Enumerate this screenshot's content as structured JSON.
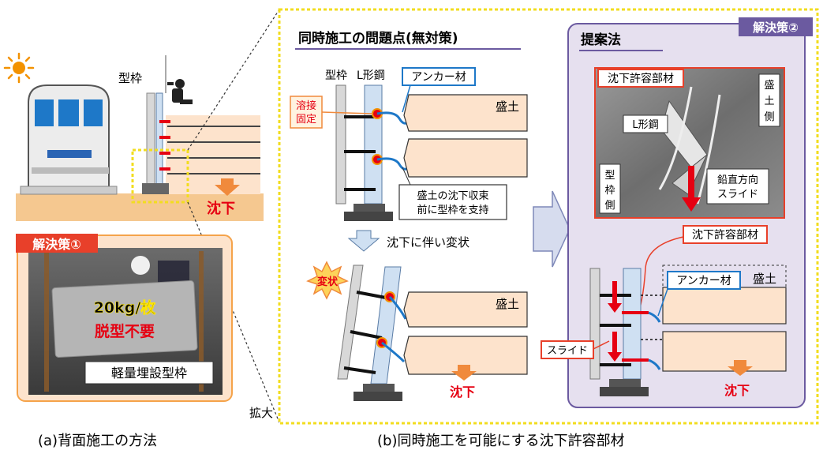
{
  "colors": {
    "sun": "#f39200",
    "train_body": "#e8e8e8",
    "train_window": "#1e78c8",
    "train_stripe": "#2a64b4",
    "ground": "#f5c890",
    "embankment": "#fde3cc",
    "frame_gray": "#d0d0d0",
    "steel_blue": "#cfe0f2",
    "red": "#e60012",
    "orange_arrow": "#f08a3c",
    "highlight_yellow": "#f2dd1f",
    "panel_purple": "#e6e0ef",
    "panel_purple_border": "#6b5aa0",
    "callout_blue": "#1e78c8",
    "label_red_bg": "#e8402a",
    "weld_orange": "#f7a35c"
  },
  "left": {
    "frame_label": "型枠",
    "settlement": "沈下",
    "solution1": {
      "badge": "解決策①",
      "weight": "20kg/枚",
      "no_demold": "脱型不要",
      "caption": "軽量埋設型枠"
    },
    "caption": "(a)背面施工の方法"
  },
  "zoom_label": "拡大",
  "middle": {
    "title": "同時施工の問題点(無対策)",
    "label_frame": "型枠",
    "label_lsteel": "L形鋼",
    "anchor": "アンカー材",
    "weld_line1": "溶接",
    "weld_line2": "固定",
    "embankment": "盛土",
    "support_line1": "盛土の沈下収束",
    "support_line2": "前に型枠を支持",
    "deform_text": "沈下に伴い変状",
    "deform_burst": "変状",
    "embankment2": "盛土",
    "settlement": "沈下"
  },
  "right": {
    "badge": "解決策②",
    "title": "提案法",
    "photo": {
      "title": "沈下許容部材",
      "lsteel": "L形鋼",
      "embank_side": [
        "盛",
        "土",
        "側"
      ],
      "frame_side": [
        "型",
        "枠",
        "側"
      ],
      "vertical_line1": "鉛直方向",
      "vertical_line2": "スライド"
    },
    "member_label": "沈下許容部材",
    "anchor": "アンカー材",
    "embankment": "盛土",
    "slide": "スライド",
    "settlement": "沈下"
  },
  "caption_b": "(b)同時施工を可能にする沈下許容部材"
}
